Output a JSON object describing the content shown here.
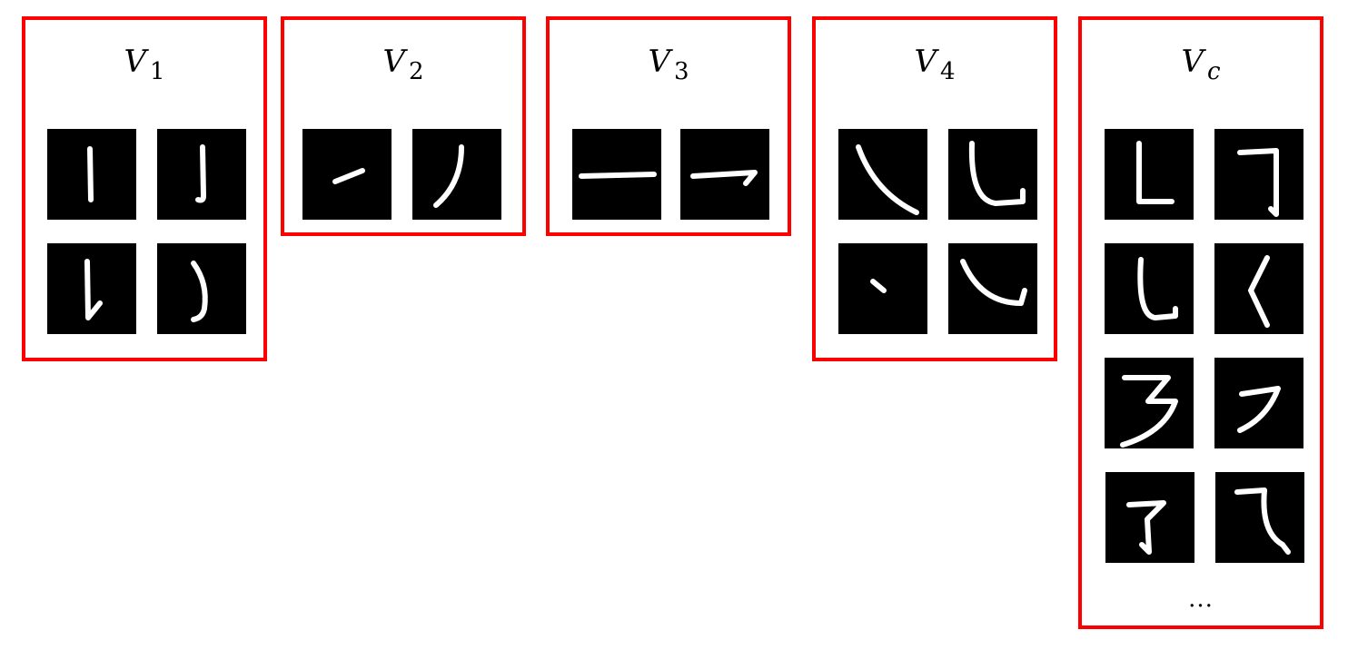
{
  "colors": {
    "frame": "#ff0000",
    "tile_background": "#000000",
    "stroke": "#ffffff",
    "label": "#000000"
  },
  "groups": [
    {
      "label_base": "V",
      "label_sub": "1",
      "strokes": [
        "vertical-stroke",
        "vertical-hook-stroke",
        "vertical-rise-stroke",
        "curved-vertical-stroke"
      ]
    },
    {
      "label_base": "V",
      "label_sub": "2",
      "strokes": [
        "rising-stroke",
        "left-falling-stroke"
      ]
    },
    {
      "label_base": "V",
      "label_sub": "3",
      "strokes": [
        "horizontal-stroke",
        "horizontal-hook-stroke"
      ]
    },
    {
      "label_base": "V",
      "label_sub": "4",
      "strokes": [
        "right-falling-stroke",
        "vertical-bend-hook-stroke",
        "dot-stroke",
        "lying-hook-stroke"
      ]
    },
    {
      "label_base": "V",
      "label_sub": "c",
      "strokes": [
        "vertical-bend-stroke",
        "horizontal-bend-hook-stroke",
        "vertical-bend-hook-stroke",
        "bent-left-stroke",
        "horizontal-turn-turn-stroke",
        "horizontal-left-falling-stroke",
        "vertical-turn-hook-stroke",
        "horizontal-bend-curved-hook-stroke"
      ],
      "ellipsis": "..."
    }
  ]
}
